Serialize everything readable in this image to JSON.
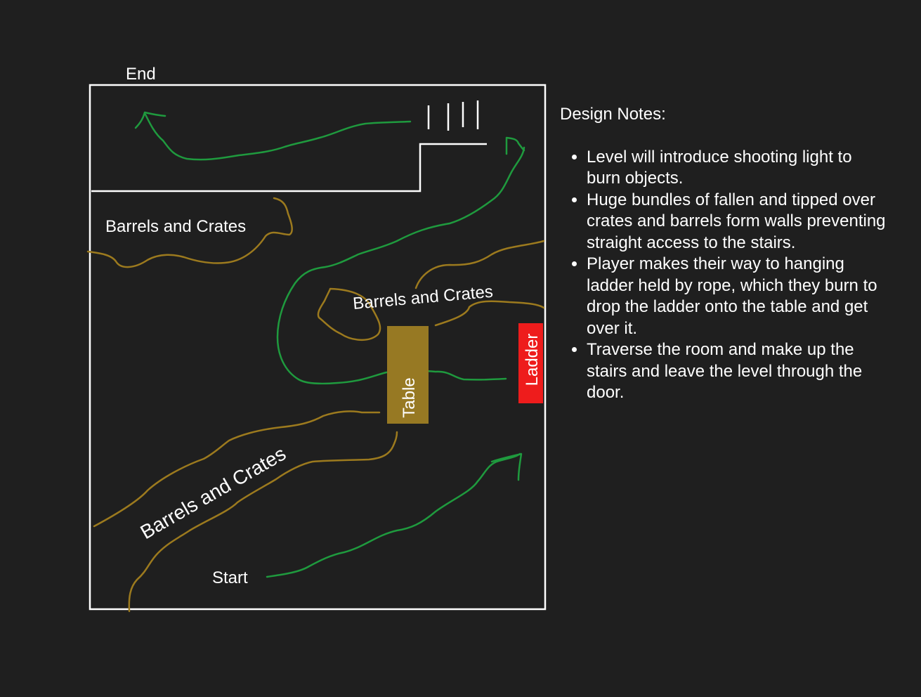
{
  "colors": {
    "background": "#1f1f1f",
    "walls": "#ffffff",
    "player_path": "#1f9a3e",
    "barrels_and_crates": "#9c7a1e",
    "table": "#977923",
    "ladder": "#ee1c1c"
  },
  "labels": {
    "end": "End",
    "start": "Start",
    "barrels_top": "Barrels and Crates",
    "barrels_middle": "Barrels and Crates",
    "barrels_bottom": "Barrels and Crates",
    "table": "Table",
    "ladder": "Ladder"
  },
  "notes": {
    "title": "Design Notes:",
    "items": [
      "Level will introduce shooting light to burn objects.",
      "Huge bundles of fallen and tipped over crates and barrels form walls preventing straight access to the stairs.",
      "Player makes their way to hanging ladder held by rope, which they burn to drop the ladder onto the table and get over it.",
      "Traverse the room and make up the stairs and leave the level through the door."
    ]
  }
}
